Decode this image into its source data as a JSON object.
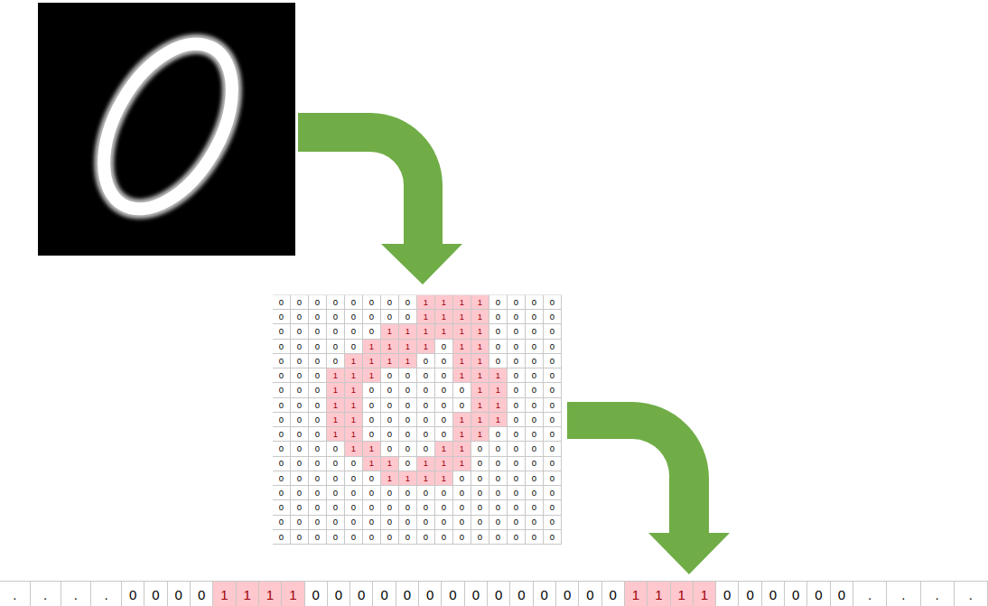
{
  "diagram": {
    "labels": [
      "0",
      "0",
      "0",
      "0",
      "0",
      "0",
      "0",
      "0",
      "1",
      "1",
      "1",
      "1",
      "0",
      "0",
      "0",
      "0",
      "0",
      "0",
      "0",
      "0",
      "0",
      "0",
      "0",
      "0",
      "1",
      "1",
      "1",
      "1",
      "0",
      "0",
      "0",
      "0",
      "0",
      "0",
      "0",
      "0",
      "0",
      "0",
      "1",
      "1",
      "1",
      "1",
      "1",
      "1",
      "0",
      "0",
      "0",
      "0",
      "0",
      "0",
      "0",
      "0",
      "0",
      "1",
      "1",
      "1",
      "1",
      "0",
      "1",
      "1",
      "0",
      "0",
      "0",
      "0",
      "0",
      "0",
      "0",
      "0",
      "1",
      "1",
      "1",
      "1",
      "0",
      "0",
      "1",
      "1",
      "0",
      "0",
      "0",
      "0",
      "0",
      "0",
      "0",
      "1",
      "1",
      "1",
      "0",
      "0",
      "0",
      "0",
      "1",
      "1",
      "1",
      "0",
      "0",
      "0",
      "0",
      "0",
      "0",
      "1",
      "1",
      "0",
      "0",
      "0",
      "0",
      "0",
      "0",
      "1",
      "1",
      "0",
      "0",
      "0",
      "0",
      "0",
      "0",
      "1",
      "1",
      "0",
      "0",
      "0",
      "0",
      "0",
      "0",
      "1",
      "1",
      "0",
      "0",
      "0",
      "0",
      "0",
      "0",
      "1",
      "1",
      "0",
      "0",
      "0",
      "0",
      "0",
      "1",
      "1",
      "1",
      "0",
      "0",
      "0",
      "0",
      "0",
      "0",
      "1",
      "1",
      "0",
      "0",
      "0",
      "0",
      "0",
      "1",
      "1",
      "0",
      "0",
      "0",
      "0",
      "0",
      "0",
      "0",
      "0",
      "1",
      "1",
      "0",
      "0",
      "0",
      "1",
      "1",
      "0",
      "0",
      "0",
      "0",
      "0",
      "0",
      "0",
      "0",
      "0",
      "0",
      "1",
      "1",
      "0",
      "1",
      "1",
      "1",
      "0",
      "0",
      "0",
      "0",
      "0",
      "0",
      "0",
      "0",
      "0",
      "0",
      "0",
      "1",
      "1",
      "1",
      "1",
      "0",
      "0",
      "0",
      "0",
      "0",
      "0",
      "0",
      "0",
      "0",
      "0",
      "0",
      "0",
      "0",
      "0",
      "0",
      "0",
      "0",
      "0",
      "0",
      "0",
      "0",
      "0",
      "0",
      "0",
      "0",
      "0",
      "0",
      "0",
      "0",
      "0",
      "0",
      "0",
      "0",
      "0",
      "0",
      "0",
      "0",
      "0",
      "0",
      "0",
      "0",
      "0",
      "0",
      "0",
      "0",
      "0",
      "0",
      "0",
      "0",
      "0",
      "0",
      "0",
      "0",
      "0",
      "0",
      "0",
      "0",
      "0",
      "0",
      "0",
      "0",
      "0",
      "0",
      "0",
      "0",
      "0",
      "0",
      "0",
      "0",
      "0",
      ".",
      ".",
      ".",
      ".",
      "0",
      "0",
      "0",
      "0",
      "1",
      "1",
      "1",
      "1",
      "0",
      "0",
      "0",
      "0",
      "0",
      "0",
      "0",
      "0",
      "0",
      "0",
      "0",
      "0",
      "0",
      "0",
      "1",
      "1",
      "1",
      "1",
      "0",
      "0",
      "0",
      "0",
      "0",
      "0",
      ".",
      ".",
      ".",
      "."
    ]
  }
}
